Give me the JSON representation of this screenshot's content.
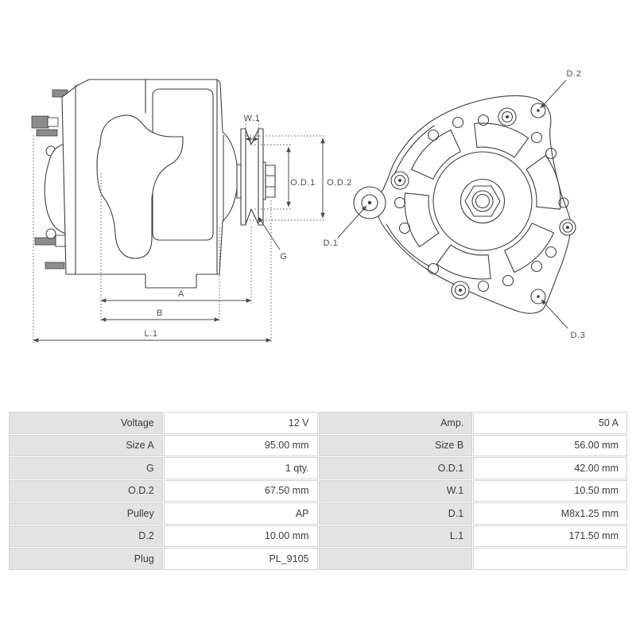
{
  "diagram": {
    "line_color": "#3f3f3f",
    "label_color": "#4d4d4d",
    "labels": {
      "w1": "W.1",
      "od1": "O.D.1",
      "od2": "O.D.2",
      "g": "G",
      "a": "A",
      "b": "B",
      "l1": "L.1",
      "d1": "D.1",
      "d2": "D.2",
      "d3": "D.3"
    }
  },
  "table": {
    "label_bg": "#e3e3e3",
    "value_bg": "#ffffff",
    "border_color": "#d3d3d3",
    "text_color": "#3a3a3a",
    "rows": [
      {
        "c0": "Voltage",
        "c1": "12 V",
        "c2": "Amp.",
        "c3": "50 A"
      },
      {
        "c0": "Size A",
        "c1": "95.00 mm",
        "c2": "Size B",
        "c3": "56.00 mm"
      },
      {
        "c0": "G",
        "c1": "1 qty.",
        "c2": "O.D.1",
        "c3": "42.00 mm"
      },
      {
        "c0": "O.D.2",
        "c1": "67.50 mm",
        "c2": "W.1",
        "c3": "10.50 mm"
      },
      {
        "c0": "Pulley",
        "c1": "AP",
        "c2": "D.1",
        "c3": "M8x1.25 mm"
      },
      {
        "c0": "D.2",
        "c1": "10.00 mm",
        "c2": "L.1",
        "c3": "171.50 mm"
      },
      {
        "c0": "Plug",
        "c1": "PL_9105",
        "c2": "",
        "c3": ""
      }
    ]
  }
}
